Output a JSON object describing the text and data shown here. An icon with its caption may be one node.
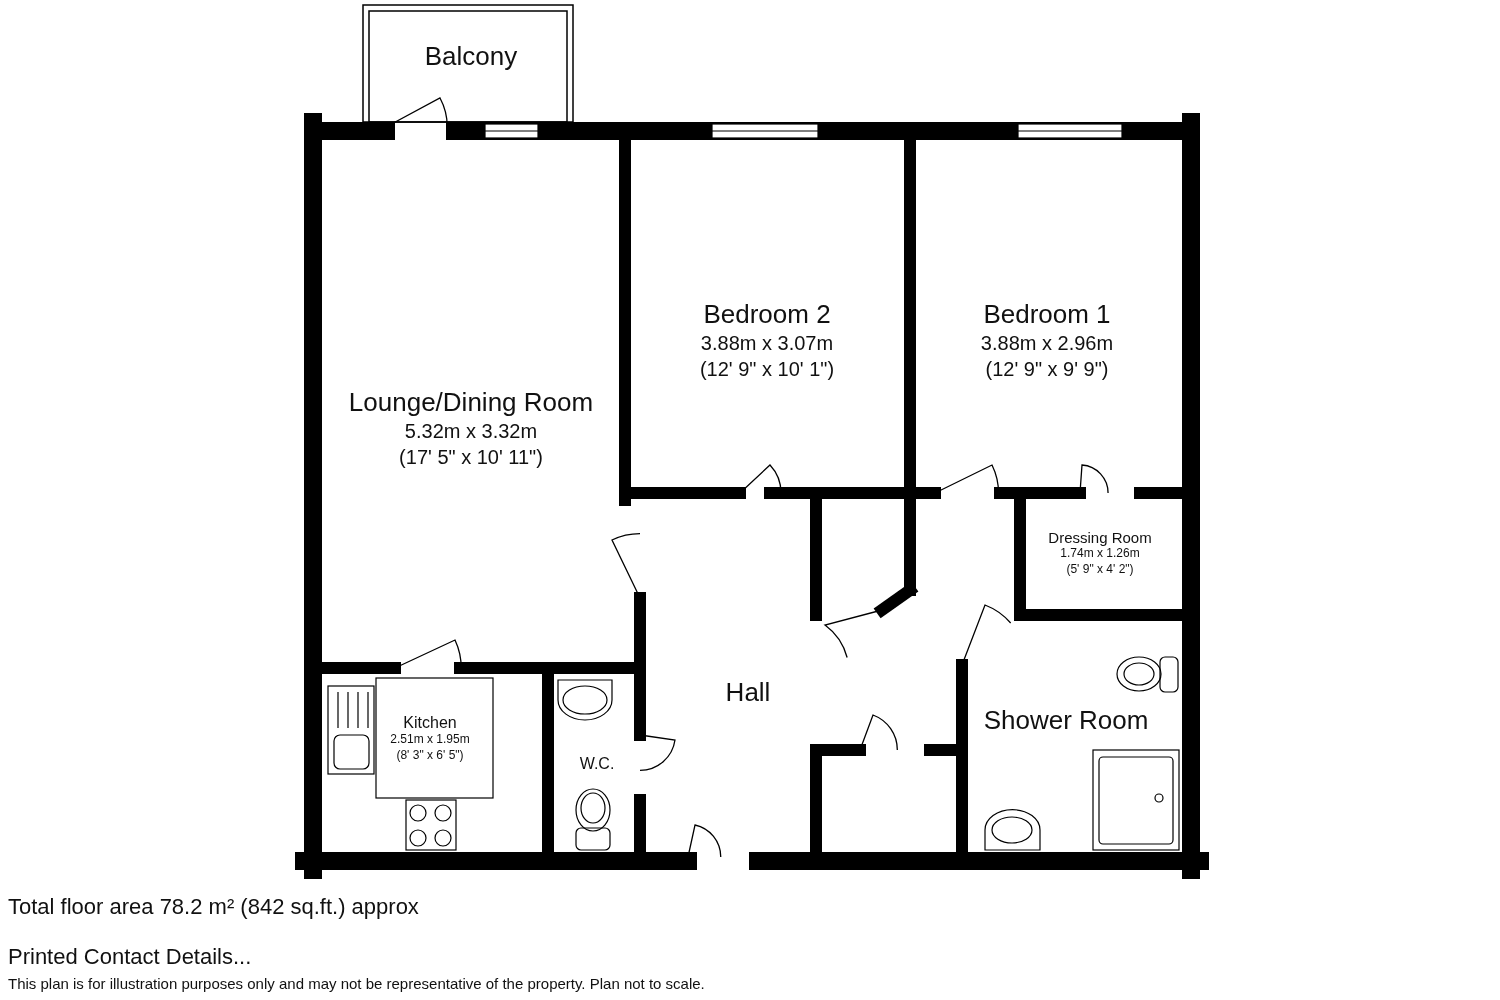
{
  "diagram": {
    "nodes": [
      {
        "text": [
          "Balcony"
        ]
      },
      {
        "text": [
          "Lounge/Dining Room",
          "5.32m x 3.32m",
          "(17' 5\" x 10' 11\")"
        ]
      },
      {
        "text": [
          "Bedroom 2",
          "3.88m x 3.07m",
          "(12' 9\" x 10' 1\")"
        ]
      },
      {
        "text": [
          "Bedroom 1",
          "3.88m x 2.96m",
          "(12' 9\" x 9' 9\")"
        ]
      },
      {
        "text": [
          "Dressing Room",
          "1.74m x 1.26m",
          "(5' 9\" x 4' 2\")"
        ]
      },
      {
        "text": [
          "Kitchen",
          "2.51m x 1.95m",
          "(8' 3\" x 6' 5\")"
        ]
      },
      {
        "text": [
          "W.C."
        ]
      },
      {
        "text": [
          "Hall"
        ]
      },
      {
        "text": [
          "Shower Room"
        ]
      }
    ],
    "edges": [],
    "labels": [
      "Total floor area 78.2 m² (842 sq.ft.) approx",
      "Printed Contact Details...",
      "This plan is for illustration purposes only and may not be representative of the property. Plan not to scale."
    ]
  }
}
